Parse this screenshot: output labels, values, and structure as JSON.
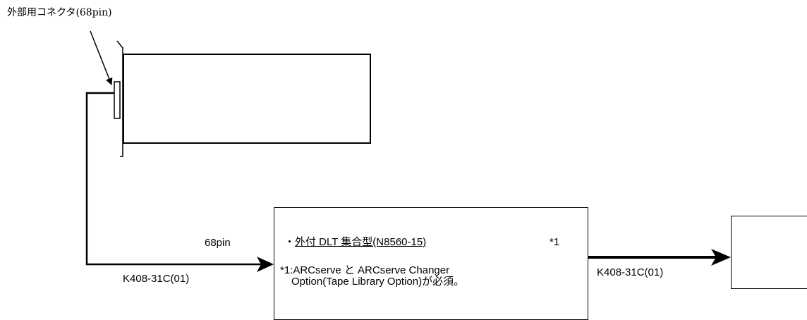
{
  "connector_label": "外部用コネクタ(68pin)",
  "cable_left": {
    "pin_label": "68pin",
    "model": "K408-31C(01)"
  },
  "device_box": {
    "bullet": "・",
    "title": "外付 DLT 集合型(N8560-15)",
    "note_mark": "*1",
    "footnote_line1": "*1:ARCserve と ARCserve Changer",
    "footnote_line2": "Option(Tape Library Option)が必須。"
  },
  "cable_right": {
    "model": "K408-31C(01)"
  }
}
